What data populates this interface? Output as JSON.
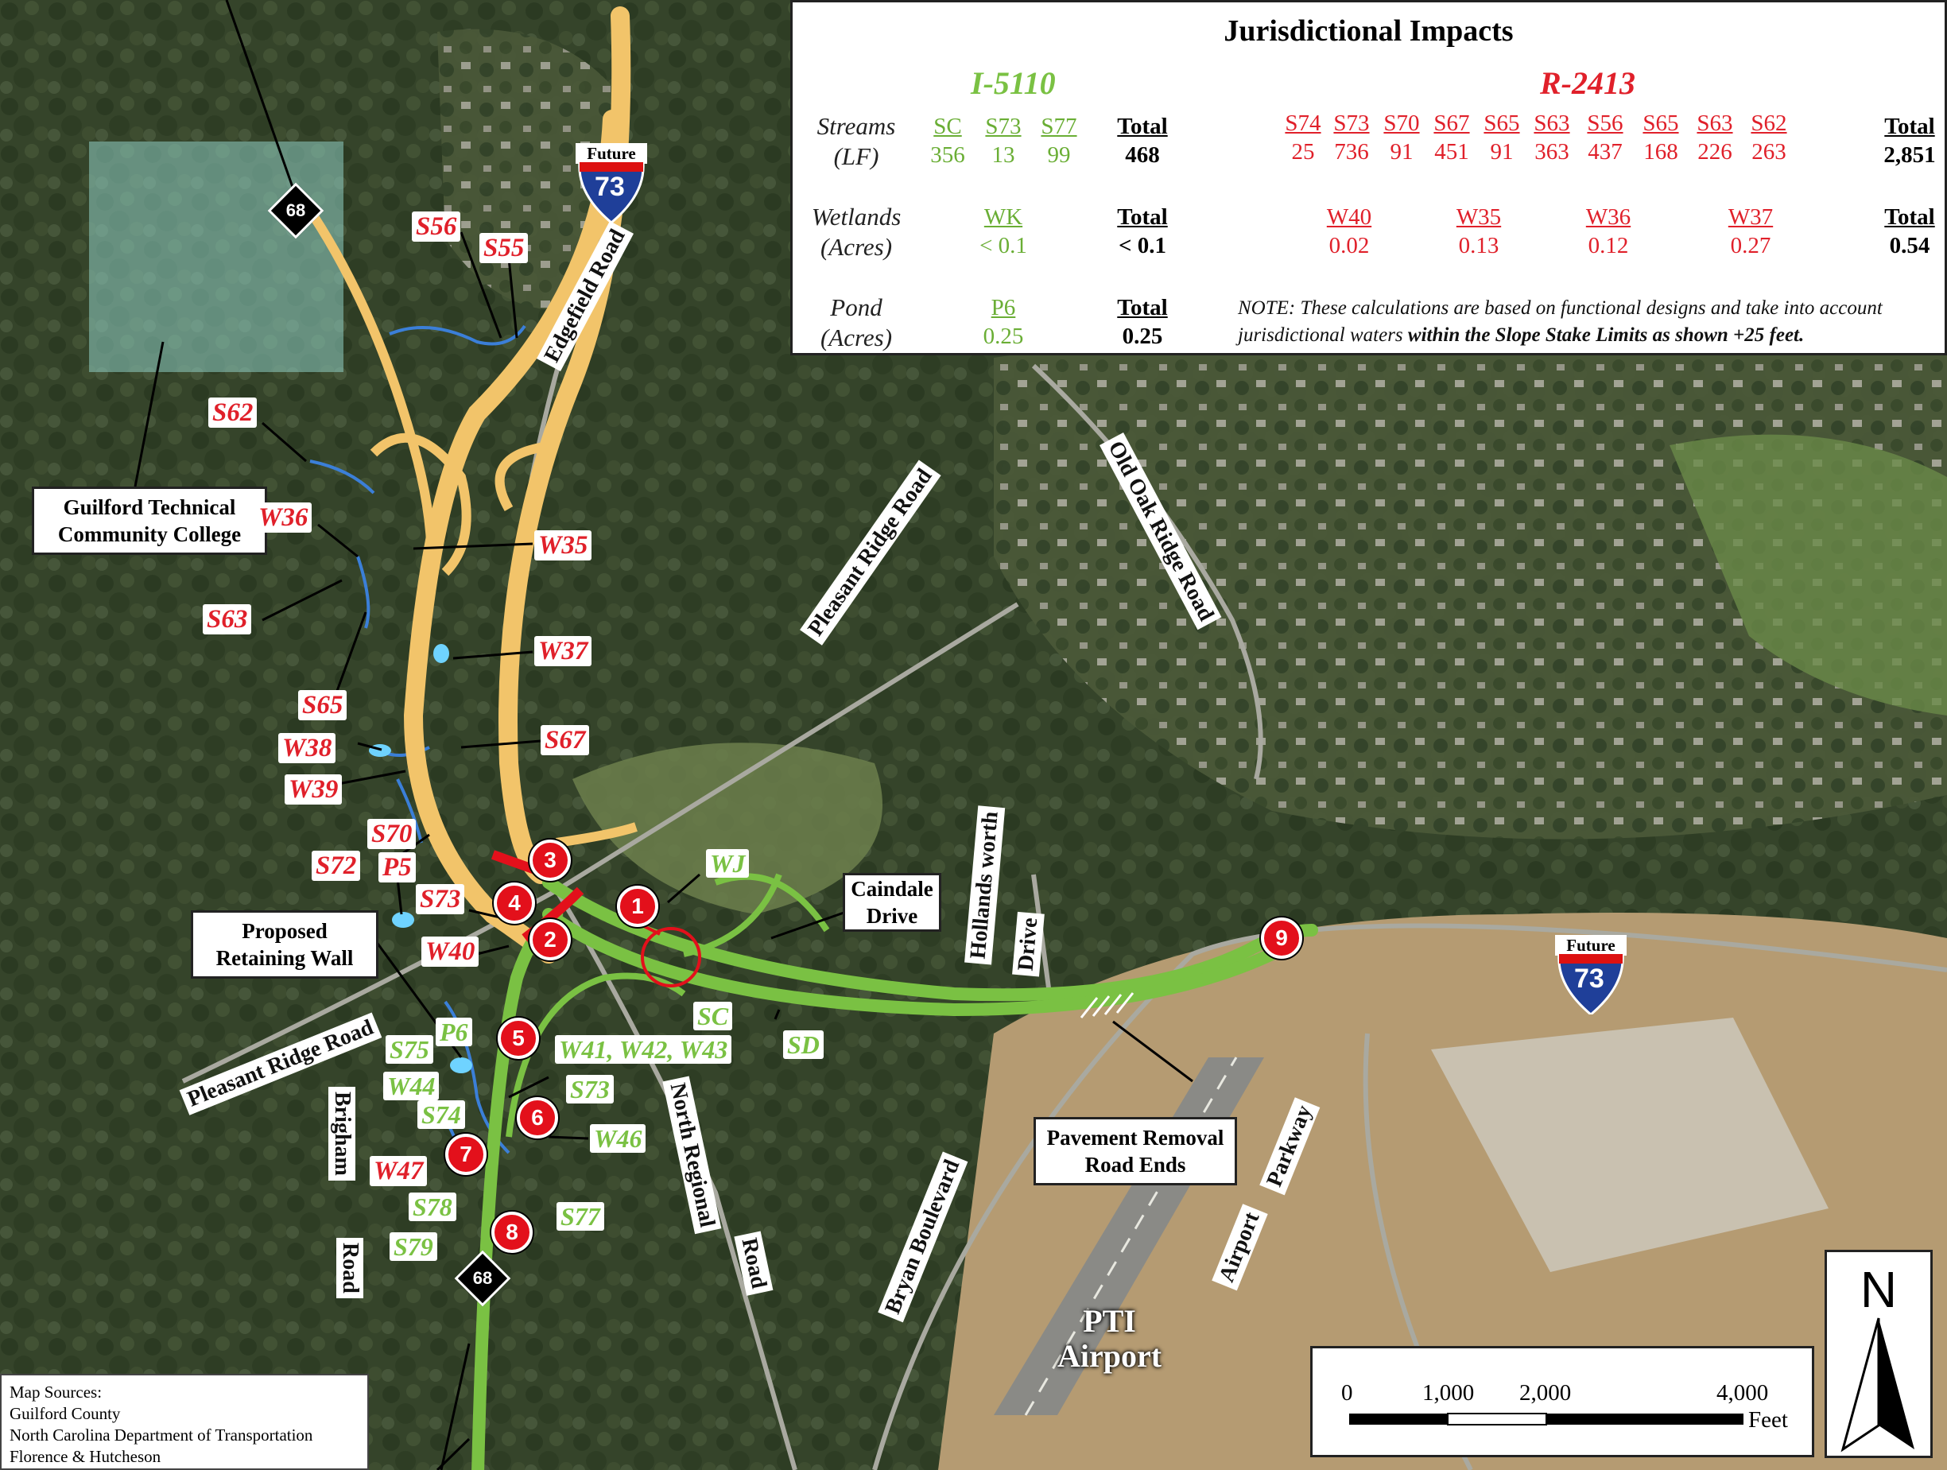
{
  "legend": {
    "title": "Jurisdictional Impacts",
    "group_green": "I-5110",
    "group_red": "R-2413",
    "rows": {
      "streams_label": "Streams",
      "streams_unit": "(LF)",
      "wetlands_label": "Wetlands",
      "wetlands_unit": "(Acres)",
      "pond_label": "Pond",
      "pond_unit": "(Acres)"
    },
    "total_label": "Total",
    "green_streams": [
      {
        "id": "SC",
        "val": "356"
      },
      {
        "id": "S73",
        "val": "13"
      },
      {
        "id": "S77",
        "val": "99"
      }
    ],
    "green_streams_total": "468",
    "green_wetlands": [
      {
        "id": "WK",
        "val": "< 0.1"
      }
    ],
    "green_wetlands_total": "< 0.1",
    "green_pond": [
      {
        "id": "P6",
        "val": "0.25"
      }
    ],
    "green_pond_total": "0.25",
    "red_streams": [
      {
        "id": "S74",
        "val": "25"
      },
      {
        "id": "S73",
        "val": "736"
      },
      {
        "id": "S70",
        "val": "91"
      },
      {
        "id": "S67",
        "val": "451"
      },
      {
        "id": "S65",
        "val": "91"
      },
      {
        "id": "S63",
        "val": "363"
      },
      {
        "id": "S56",
        "val": "437"
      },
      {
        "id": "S65",
        "val": "168"
      },
      {
        "id": "S63",
        "val": "226"
      },
      {
        "id": "S62",
        "val": "263"
      }
    ],
    "red_streams_total": "2,851",
    "red_wetlands": [
      {
        "id": "W40",
        "val": "0.02"
      },
      {
        "id": "W35",
        "val": "0.13"
      },
      {
        "id": "W36",
        "val": "0.12"
      },
      {
        "id": "W37",
        "val": "0.27"
      }
    ],
    "red_wetlands_total": "0.54",
    "note_plain": "NOTE: These calculations are based on functional designs and take into account jurisdictional waters ",
    "note_bold": "within the Slope Stake Limits as shown +25 feet."
  },
  "roads": {
    "edgefield": "Edgefield Road",
    "pleasant_ridge_n": "Pleasant Ridge Road",
    "old_oak_ridge": "Old Oak Ridge Road",
    "pleasant_ridge_s": "Pleasant Ridge Road",
    "hollandsworth_1": "Hollands worth",
    "hollandsworth_2": "Drive",
    "north_regional_1": "North Regional",
    "north_regional_2": "Road",
    "bryan": "Bryan Boulevard",
    "airport_pkwy_1": "Airport",
    "airport_pkwy_2": "Parkway",
    "brigham_1": "Brigham",
    "brigham_2": "Road"
  },
  "callouts": {
    "gtcc_1": "Guilford Technical",
    "gtcc_2": "Community College",
    "retaining_1": "Proposed",
    "retaining_2": "Retaining Wall",
    "caindale_1": "Caindale",
    "caindale_2": "Drive",
    "pavement_1": "Pavement Removal",
    "pavement_2": "Road Ends"
  },
  "airport": {
    "line1": "PTI",
    "line2": "Airport"
  },
  "shields": {
    "nc68": "68",
    "future": "Future",
    "i73": "73"
  },
  "red_labels": {
    "s56": "S56",
    "s55": "S55",
    "s62": "S62",
    "w36": "W36",
    "w35": "W35",
    "s63": "S63",
    "w37": "W37",
    "s65": "S65",
    "w38": "W38",
    "s67": "S67",
    "w39": "W39",
    "s70": "S70",
    "s72": "S72",
    "p5": "P5",
    "s73": "S73",
    "w40": "W40",
    "w44": "W44",
    "w47": "W47"
  },
  "green_labels": {
    "wj": "WJ",
    "sc": "SC",
    "sd": "SD",
    "s75": "S75",
    "p6": "P6",
    "wetl": "W41, W42, W43",
    "s73": "S73",
    "s74": "S74",
    "w46": "W46",
    "s78": "S78",
    "s77": "S77",
    "s79": "S79"
  },
  "markers": [
    "1",
    "2",
    "3",
    "4",
    "5",
    "6",
    "7",
    "8",
    "9"
  ],
  "sources": {
    "title": "Map Sources:",
    "line1": "Guilford County",
    "line2": "North Carolina Department of Transportation",
    "line3": "Florence & Hutcheson"
  },
  "scale": {
    "t0": "0",
    "t1": "1,000",
    "t2": "2,000",
    "t3": "4,000",
    "unit": "Feet"
  },
  "north": "N"
}
